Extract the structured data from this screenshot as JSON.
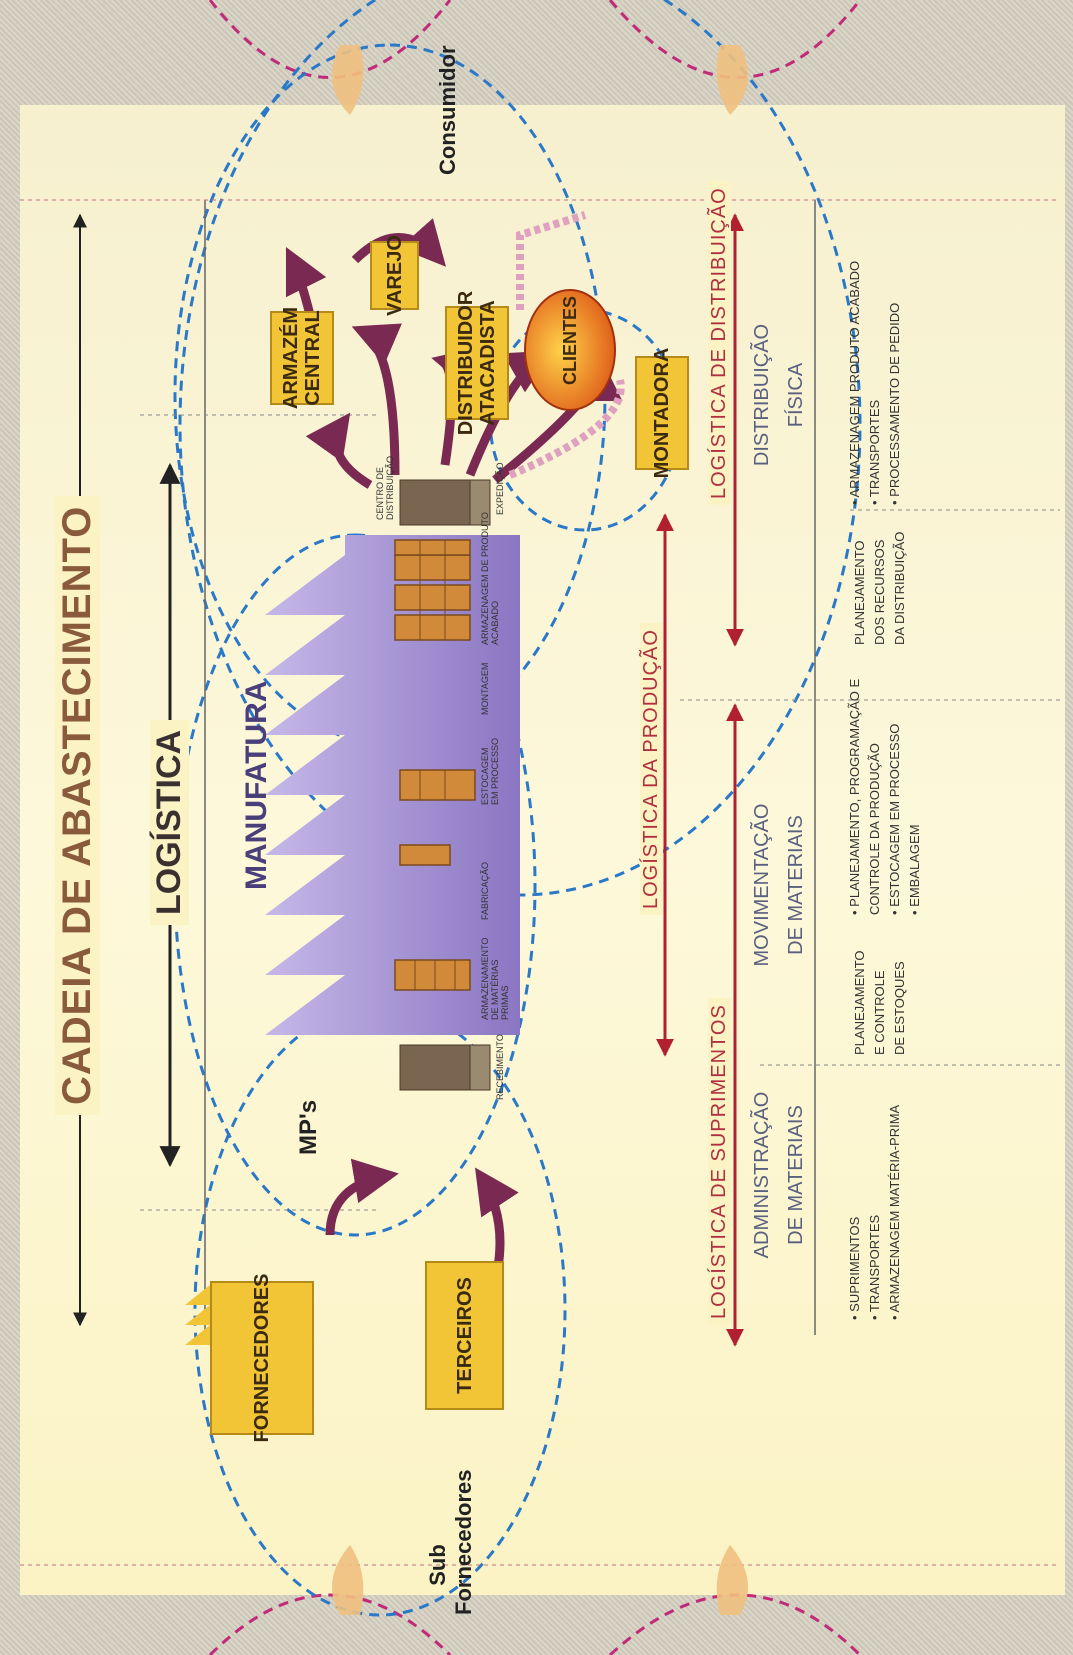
{
  "title": "CADEIA DE ABASTECIMENTO",
  "logistica": "LOGÍSTICA",
  "manufatura": "MANUFATURA",
  "sub_fornecedores": [
    "Sub",
    "Fornecedores"
  ],
  "consumidor": "Consumidor",
  "mps": "MP's",
  "boxes": {
    "fornecedores": "FORNECEDORES",
    "terceiros": "TERCEIROS",
    "armazem": [
      "ARMAZÉM",
      "CENTRAL"
    ],
    "varejo": "VAREJO",
    "distribuidor": [
      "DISTRIBUIDOR",
      "ATACADISTA"
    ],
    "clientes": "CLIENTES",
    "montadora": "MONTADORA"
  },
  "process_labels": {
    "recebimento": "RECEBIMENTO",
    "armazenamento": [
      "ARMAZENAMENTO",
      "DE MATÉRIAS",
      "PRIMAS"
    ],
    "fabricacao": "FABRICAÇÃO",
    "estocagem": [
      "ESTOCAGEM",
      "EM PROCESSO"
    ],
    "montagem": "MONTAGEM",
    "armazenagem_pa": [
      "ARMAZENAGEM DE PRODUTO",
      "ACABADO"
    ],
    "expedicao": "EXPEDIÇÃO",
    "centro_dist": [
      "CENTRO DE",
      "DISTRIBUIÇÃO"
    ]
  },
  "bands": {
    "suprimentos": "LOGÍSTICA DE SUPRIMENTOS",
    "producao": "LOGÍSTICA DA PRODUÇÃO",
    "distribuicao": "LOGÍSTICA DE DISTRIBUIÇÃO"
  },
  "columns": [
    {
      "head": [
        "ADMINISTRAÇÃO",
        "DE MATERIAIS"
      ],
      "bullets": [
        "• SUPRIMENTOS",
        "• TRANSPORTES",
        "• ARMAZENAGEM MATÉRIA-PRIMA"
      ],
      "side": [
        "PLANEJAMENTO",
        "E CONTROLE",
        "DE ESTOQUES"
      ]
    },
    {
      "head": [
        "MOVIMENTAÇÃO",
        "DE MATERIAIS"
      ],
      "bullets": [
        "• PLANEJAMENTO, PROGRAMAÇÃO E",
        "CONTROLE DA PRODUÇÃO",
        "• ESTOCAGEM EM PROCESSO",
        "• EMBALAGEM"
      ],
      "side": [
        "PLANEJAMENTO",
        "DOS RECURSOS",
        "DA DISTRIBUIÇÃO"
      ]
    },
    {
      "head": [
        "DISTRIBUIÇÃO",
        "FÍSICA"
      ],
      "bullets": [
        "• ARMAZENAGEM PRODUTO ACABADO",
        "• TRANSPORTES",
        "• PROCESSAMENTO DE PEDIDO"
      ],
      "side": []
    }
  ]
}
